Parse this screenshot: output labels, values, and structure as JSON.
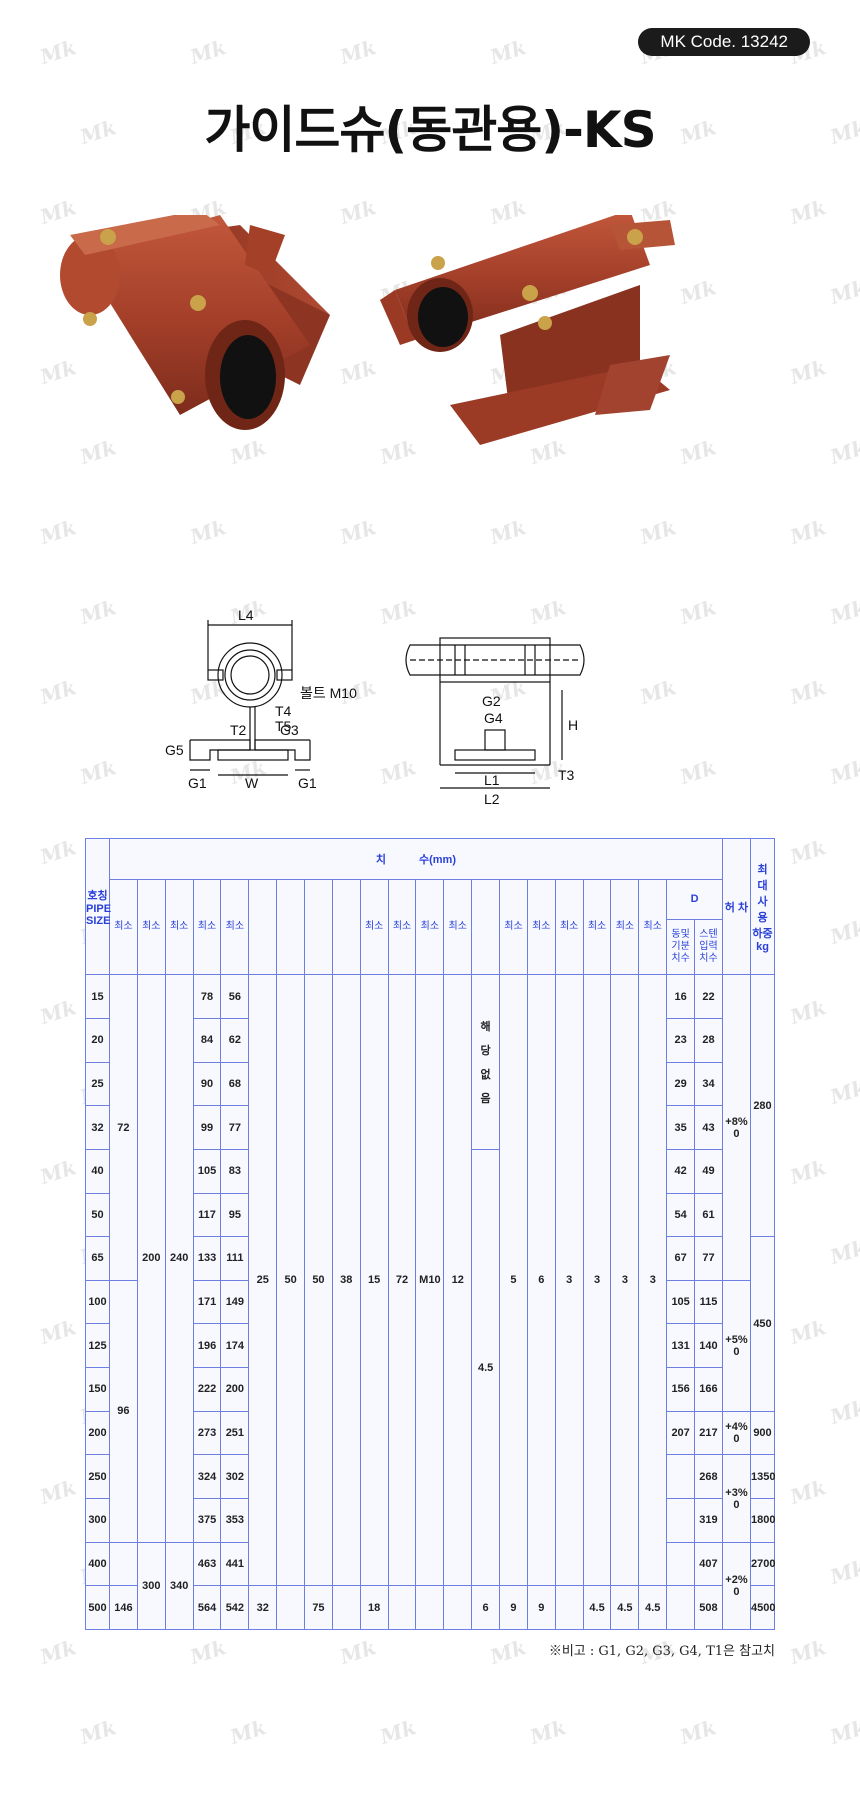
{
  "badge": {
    "code": "MK Code. 13242"
  },
  "title": "가이드슈(동관용)-KS",
  "drawing": {
    "front": [
      "L4",
      "볼트 M10",
      "T4",
      "T5",
      "T2",
      "G3",
      "G5",
      "G1",
      "W",
      "G1"
    ],
    "side": [
      "G2",
      "G4",
      "H",
      "T3",
      "L1",
      "L2"
    ]
  },
  "table": {
    "header_pipe": "호칭 PIPE SIZE",
    "header_dim": "치　　　수(mm)",
    "header_d": "D",
    "header_d1": "동및 기분 치수",
    "header_d2": "스텐 입력 치수",
    "header_tol": "허 차",
    "header_load": "최 대 사 용 하중 kg",
    "min": "최소",
    "sizes": [
      "15",
      "20",
      "25",
      "32",
      "40",
      "50",
      "65",
      "100",
      "125",
      "150",
      "200",
      "250",
      "300",
      "400",
      "500"
    ],
    "l4": [
      "78",
      "84",
      "90",
      "99",
      "105",
      "117",
      "133",
      "171",
      "196",
      "222",
      "273",
      "324",
      "375",
      "463",
      "564"
    ],
    "w": [
      "56",
      "62",
      "68",
      "77",
      "83",
      "95",
      "111",
      "149",
      "174",
      "200",
      "251",
      "302",
      "353",
      "441",
      "542"
    ],
    "d1": [
      "16",
      "23",
      "29",
      "35",
      "42",
      "54",
      "67",
      "105",
      "131",
      "156",
      "207",
      "",
      "",
      "",
      ""
    ],
    "d2": [
      "22",
      "28",
      "34",
      "43",
      "49",
      "61",
      "77",
      "115",
      "140",
      "166",
      "217",
      "268",
      "319",
      "407",
      "508"
    ],
    "c1": [
      "72",
      "96",
      "146"
    ],
    "c2": [
      "200",
      "300"
    ],
    "c3": [
      "240",
      "340"
    ],
    "common": [
      "25",
      "50",
      "50",
      "38",
      "15",
      "72",
      "M10",
      "12",
      "4.5",
      "5",
      "6",
      "3",
      "3",
      "3",
      "3"
    ],
    "row500": [
      "32",
      "75",
      "18",
      "6",
      "9",
      "9",
      "4.5",
      "4.5",
      "4.5"
    ],
    "na": [
      "해",
      "당",
      "없",
      "음"
    ],
    "tol": [
      "+8% 0",
      "+5% 0",
      "+4% 0",
      "+3% 0",
      "+2% 0"
    ],
    "load": [
      "280",
      "450",
      "900",
      "1350",
      "1800",
      "2700",
      "4500"
    ]
  },
  "note": "※비고 : G1, G2, G3, G4, T1은 참고치"
}
